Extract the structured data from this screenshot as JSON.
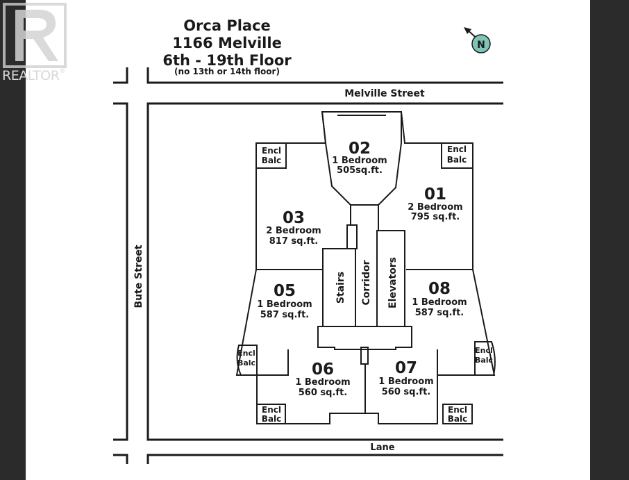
{
  "title": {
    "line1": "Orca Place",
    "line2": "1166 Melville",
    "line3": "6th - 19th Floor",
    "note": "(no 13th or 14th floor)"
  },
  "streets": {
    "north": "Melville Street",
    "west": "Bute Street",
    "south": "Lane"
  },
  "compass_label": "N",
  "watermark": {
    "brand": "REALTOR",
    "mark": "®"
  },
  "units": [
    {
      "number": "02",
      "type": "1 Bedroom",
      "area": "505sq.ft."
    },
    {
      "number": "01",
      "type": "2 Bedroom",
      "area": "795 sq.ft."
    },
    {
      "number": "03",
      "type": "2 Bedroom",
      "area": "817 sq.ft."
    },
    {
      "number": "05",
      "type": "1 Bedroom",
      "area": "587 sq.ft."
    },
    {
      "number": "08",
      "type": "1 Bedroom",
      "area": "587 sq.ft."
    },
    {
      "number": "06",
      "type": "1 Bedroom",
      "area": "560 sq.ft."
    },
    {
      "number": "07",
      "type": "1 Bedroom",
      "area": "560 sq.ft."
    }
  ],
  "core": {
    "stairs": "Stairs",
    "corridor": "Corridor",
    "elevators": "Elevators"
  },
  "balconies": {
    "line1": "Encl",
    "line2": "Balc"
  },
  "colors": {
    "ink": "#1a1a1a",
    "frame": "#2b2b2b",
    "compass": "#7fc4b8"
  }
}
